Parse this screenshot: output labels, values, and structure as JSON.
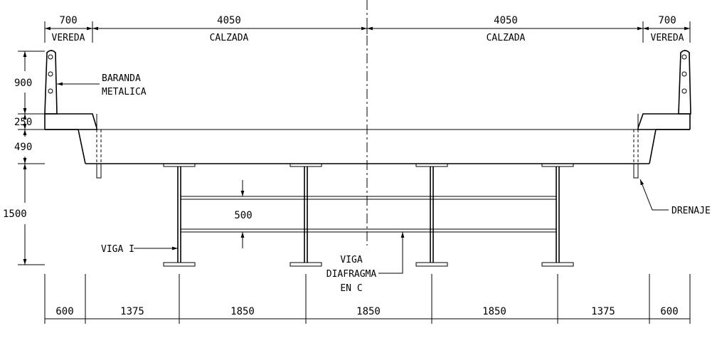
{
  "top_dimensions": [
    {
      "value": "700",
      "label": "VEREDA"
    },
    {
      "value": "4050",
      "label": "CALZADA"
    },
    {
      "value": "4050",
      "label": "CALZADA"
    },
    {
      "value": "700",
      "label": "VEREDA"
    }
  ],
  "left_dimensions": [
    "900",
    "250",
    "490",
    "1500"
  ],
  "bottom_dimensions": [
    "600",
    "1375",
    "1850",
    "1850",
    "1850",
    "1375",
    "600"
  ],
  "diaphragm_spacing": "500",
  "callouts": {
    "baranda_line1": "BARANDA",
    "baranda_line2": "METALICA",
    "drenaje": "DRENAJE",
    "viga_i": "VIGA  I",
    "diafragma_line1": "VIGA",
    "diafragma_line2": "DIAFRAGMA",
    "diafragma_line3": "EN  C"
  }
}
